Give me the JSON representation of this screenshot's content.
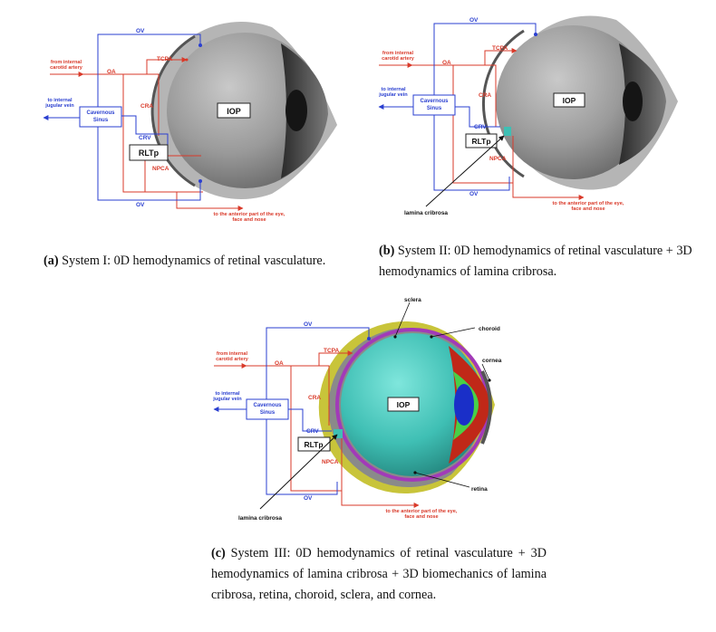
{
  "panels": [
    {
      "id": "a",
      "labels": {
        "ov_top": "OV",
        "ov_bottom": "OV",
        "carotid": "from internal carotid artery",
        "oa": "OA",
        "tcpa": "TCPA",
        "cra": "CRA",
        "crv": "CRV",
        "npca": "NPCA",
        "jugular": "to internal jugular vein",
        "sinus": "Cavernous Sinus",
        "rltp": "RLTp",
        "iop": "IOP",
        "anterior": "to the anterior part of the eye, face and nose"
      },
      "caption_tag": "(a)",
      "caption_text": "System I: 0D hemodynamics of retinal vasculature."
    },
    {
      "id": "b",
      "labels": {
        "ov_top": "OV",
        "ov_bottom": "OV",
        "carotid": "from internal carotid artery",
        "oa": "OA",
        "tcpa": "TCPA",
        "cra": "CRA",
        "crv": "CRV",
        "npca": "NPCA",
        "jugular": "to internal jugular vein",
        "sinus": "Cavernous Sinus",
        "rltp": "RLTp",
        "iop": "IOP",
        "anterior": "to the anterior part of the eye, face and nose",
        "lamina": "lamina cribrosa"
      },
      "caption_tag": "(b)",
      "caption_text": "System II: 0D hemodynamics of retinal vasculature + 3D hemodynamics of lamina cribrosa."
    },
    {
      "id": "c",
      "labels": {
        "ov_top": "OV",
        "ov_bottom": "OV",
        "carotid": "from internal carotid artery",
        "oa": "OA",
        "tcpa": "TCPA",
        "cra": "CRA",
        "crv": "CRV",
        "npca": "NPCA",
        "jugular": "to internal jugular vein",
        "sinus": "Cavernous Sinus",
        "rltp": "RLTp",
        "iop": "IOP",
        "anterior": "to the anterior part of the eye, face and nose",
        "lamina": "lamina cribrosa",
        "sclera": "sclera",
        "choroid": "choroid",
        "cornea": "cornea",
        "retina": "retina"
      },
      "caption_tag": "(c)",
      "caption_text": "System III: 0D hemodynamics of retinal vasculature + 3D hemodynamics of lamina cribrosa + 3D biomechanics of lamina cribrosa, retina, choroid, sclera, and cornea."
    }
  ],
  "colors": {
    "artery": "#d93a2a",
    "vein": "#2a3fd0",
    "sclera_gray": "#b5b5b5",
    "eye_gray": "#8f8f8f",
    "eye_cyan": "#3fbfb4",
    "sclera_yellow": "#c8c43a",
    "choroid_purple": "#a23ab8",
    "retina_red": "#c02818",
    "lens_blue": "#1a2fc8",
    "vitreous_green": "#48d048"
  }
}
